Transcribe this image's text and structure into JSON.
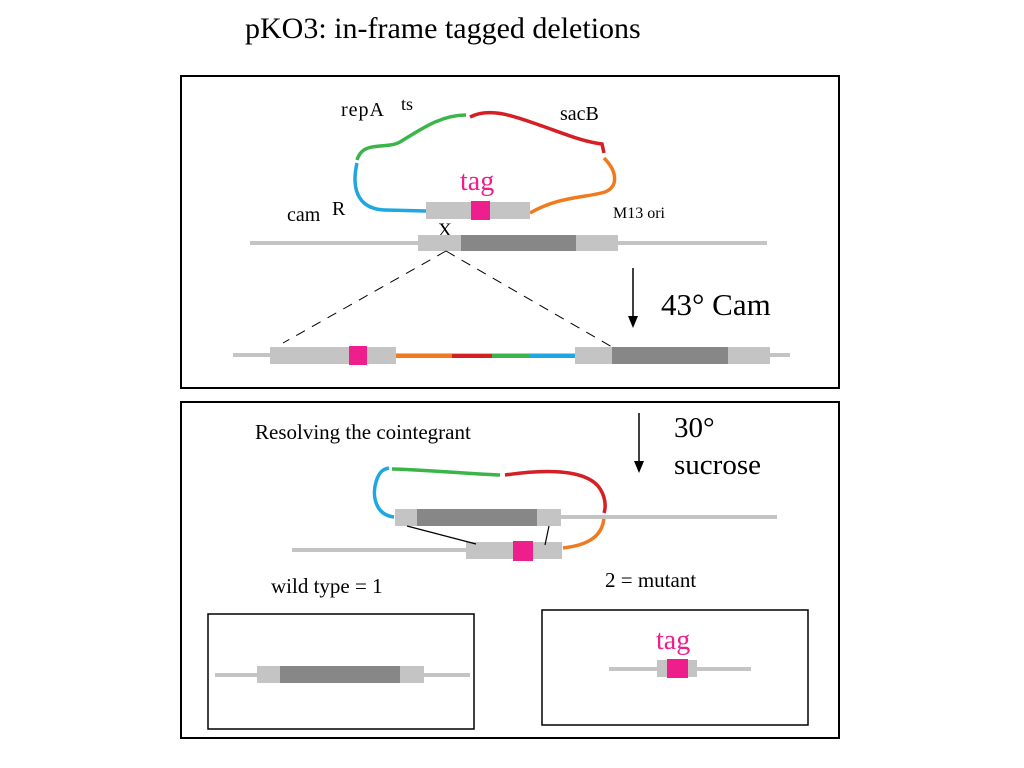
{
  "title": "pKO3: in-frame tagged deletions",
  "colors": {
    "camR": "#1ea7e1",
    "repA": "#3bb44a",
    "sacB": "#d51f25",
    "m13ori": "#f07b1e",
    "tag": "#ee1f8c",
    "flank_light": "#c4c4c4",
    "gene_dark": "#878787",
    "chromosome": "#c4c4c4"
  },
  "panel_top": {
    "labels": {
      "repA": "repA",
      "repA_sup": "ts",
      "sacB": "sacB",
      "camR": "cam",
      "camR_sup": "R",
      "m13": "M13 ori",
      "tag": "tag",
      "crossover": "X"
    },
    "step_label": "43° Cam"
  },
  "panel_bottom": {
    "heading": "Resolving the cointegrant",
    "step_label_line1": "30°",
    "step_label_line2": "sucrose",
    "outcome_wt": "wild type = 1",
    "outcome_mut": "2 = mutant",
    "tag_label": "tag"
  }
}
